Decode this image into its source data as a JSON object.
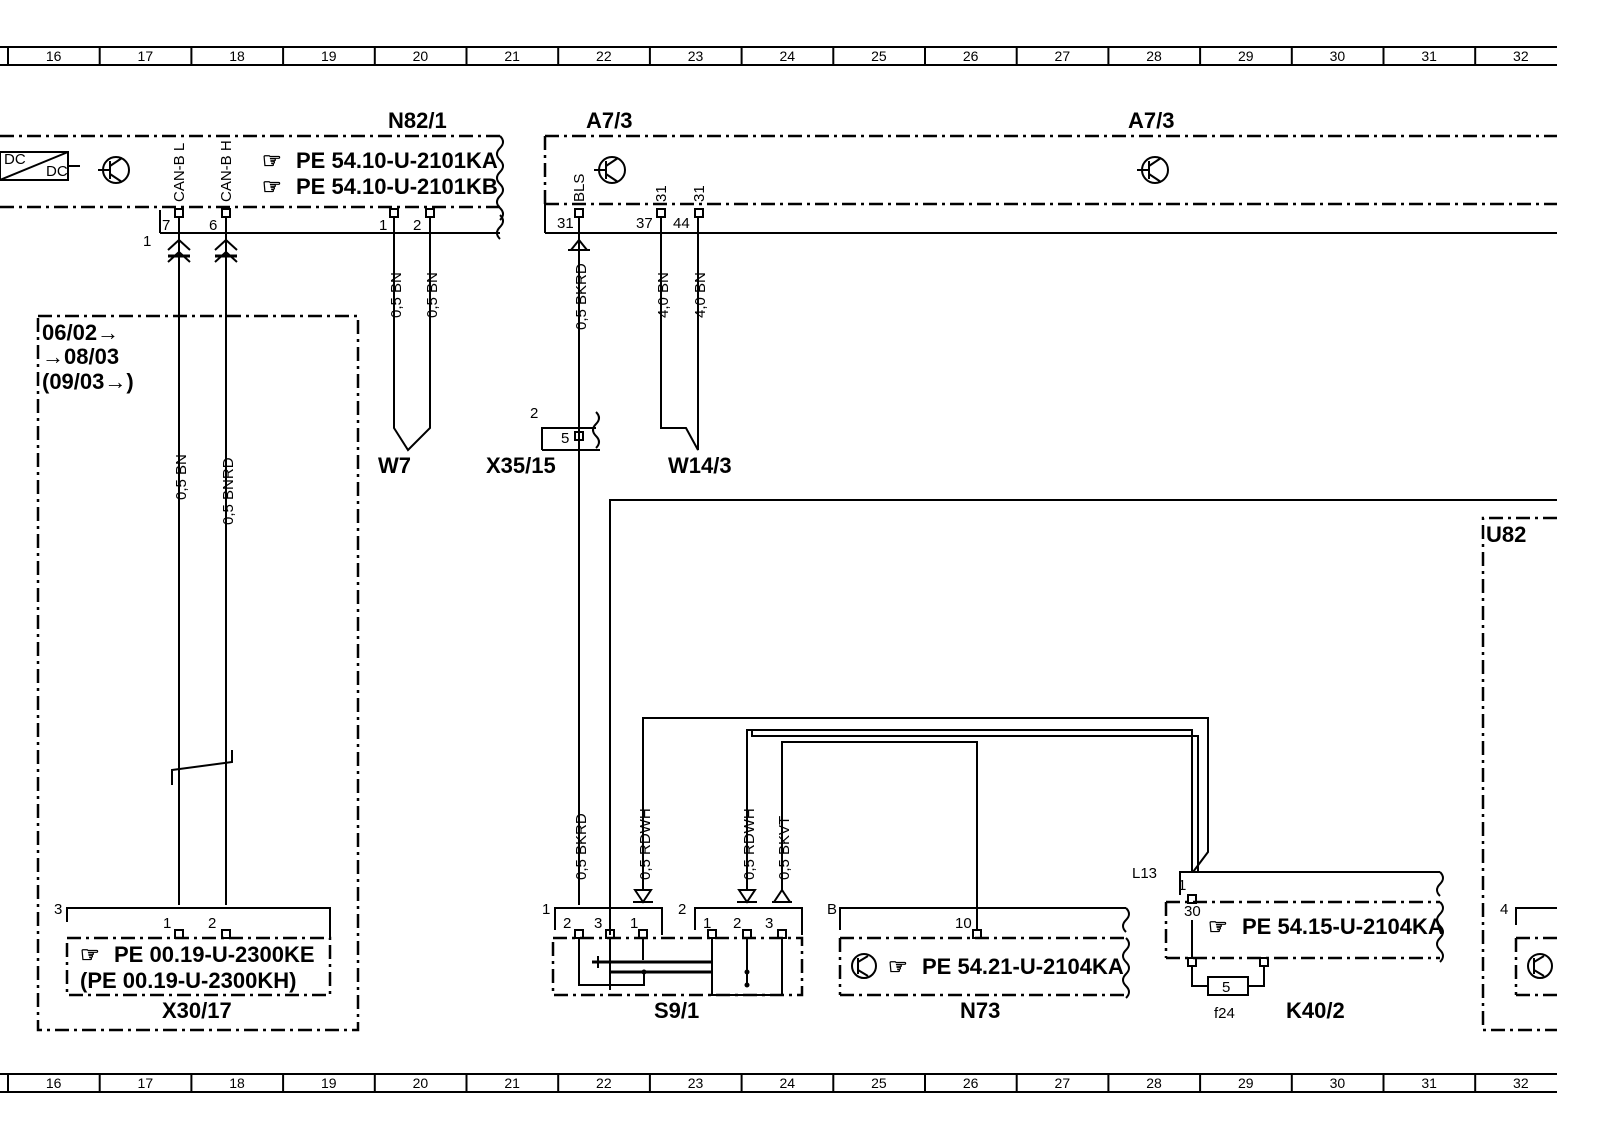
{
  "grid": {
    "columns": [
      "16",
      "17",
      "18",
      "19",
      "20",
      "21",
      "22",
      "23",
      "24",
      "25",
      "26",
      "27",
      "28",
      "29",
      "30",
      "31",
      "32"
    ]
  },
  "components": {
    "n82_1": {
      "label": "N82/1",
      "ref1": "PE  54.10-U-2101KA",
      "ref2": "PE  54.10-U-2101KB",
      "dc1": "DC",
      "dc2": "DC",
      "pins": [
        "7",
        "6",
        "1",
        "2"
      ],
      "pin_names": [
        "CAN-B L",
        "CAN-B H"
      ],
      "bus_no": "1"
    },
    "a7_3_left": {
      "label": "A7/3",
      "pins": [
        "31",
        "37",
        "44"
      ],
      "pin_names": [
        "BLS",
        "31",
        "31"
      ]
    },
    "a7_3_right": {
      "label": "A7/3"
    },
    "x30_17": {
      "label": "X30/17",
      "ref1": "PE  00.19-U-2300KE",
      "ref2": "(PE  00.19-U-2300KH)",
      "pins": [
        "1",
        "2"
      ],
      "conn": "3"
    },
    "w7": {
      "label": "W7"
    },
    "x35_15": {
      "label": "X35/15",
      "pin": "5",
      "conn": "2"
    },
    "w14_3": {
      "label": "W14/3"
    },
    "s9_1": {
      "label": "S9/1",
      "conn_a": "1",
      "conn_b": "2",
      "pins_a": [
        "2",
        "3",
        "1"
      ],
      "pins_b": [
        "1",
        "2",
        "3"
      ]
    },
    "n73": {
      "label": "N73",
      "ref": "PE  54.21-U-2104KA",
      "conn": "B",
      "pin": "10"
    },
    "k40_2": {
      "label": "K40/2",
      "ref": "PE  54.15-U-2104KA",
      "conn": "L13",
      "pins": [
        "1",
        "30"
      ],
      "fuse": "5",
      "fuse_label": "f24"
    },
    "u82": {
      "label": "U82",
      "conn": "4"
    }
  },
  "variant_note": [
    "06/02→",
    "→08/03",
    "(09/03→)"
  ],
  "wires": {
    "can_l": "0,5 BN",
    "can_h": "0,5 BNRD",
    "w7_a": "0,5  BN",
    "w7_b": "0,5  BN",
    "bls_top": "0,5  BKRD",
    "gnd_a": "4,0  BN",
    "gnd_b": "4,0  BN",
    "bls_bot": "0,5  BKRD",
    "s9_rdwh_a": "0,5  RDWH",
    "s9_rdwh_b": "0,5  RDWH",
    "s9_bkvt": "0,5  BKVT"
  }
}
